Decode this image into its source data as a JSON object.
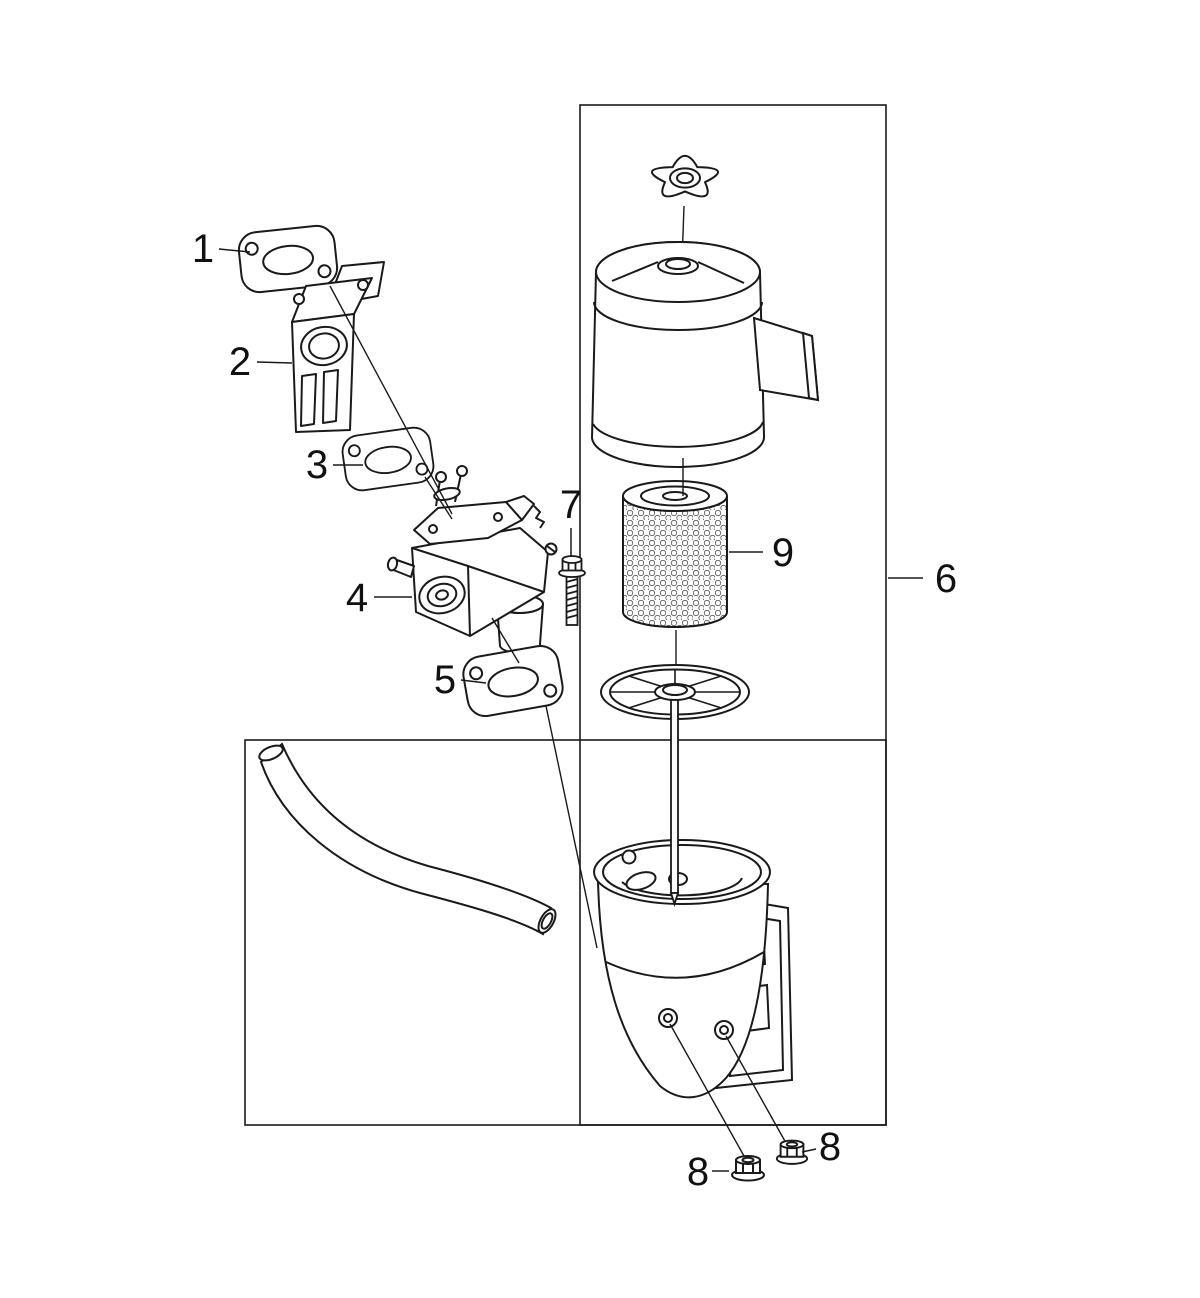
{
  "diagram": {
    "colors": {
      "line": "#1a1a1a",
      "background": "#ffffff"
    },
    "callouts": {
      "n1": "1",
      "n2": "2",
      "n3": "3",
      "n4": "4",
      "n5": "5",
      "n6": "6",
      "n7": "7",
      "n8_left": "8",
      "n8_right": "8",
      "n9": "9"
    }
  }
}
